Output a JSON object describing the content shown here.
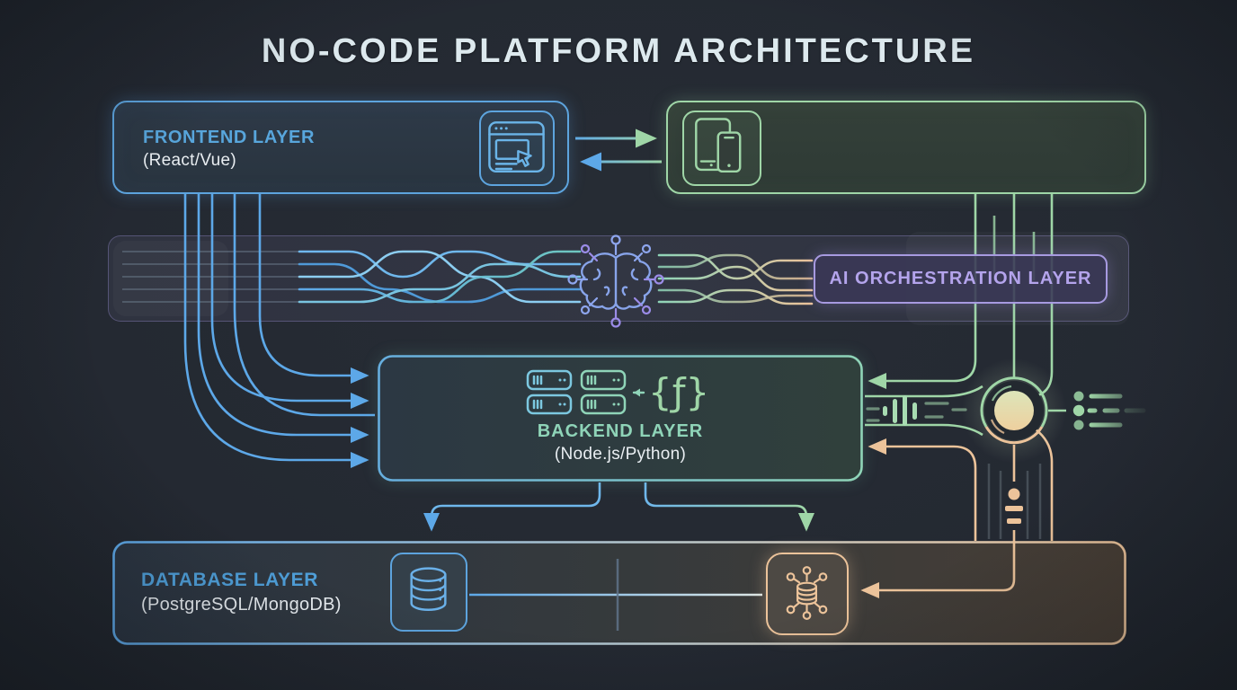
{
  "title": "NO-CODE PLATFORM ARCHITECTURE",
  "frontend": {
    "title": "FRONTEND LAYER",
    "subtitle": "(React/Vue)",
    "icon": "browser-window-cursor-icon"
  },
  "devices": {
    "icon": "tablet-phone-icon"
  },
  "ai": {
    "label": "AI ORCHESTRATION LAYER",
    "icon": "brain-network-icon"
  },
  "backend": {
    "title": "BACKEND LAYER",
    "subtitle": "(Node.js/Python)",
    "function_glyph": "{ƒ}",
    "icons": [
      "server-rack-icon",
      "server-rack-icon",
      "function-braces-icon"
    ]
  },
  "database": {
    "title": "DATABASE LAYER",
    "subtitle": "(PostgreSQL/MongoDB)",
    "icons": [
      "database-cylinder-icon",
      "distributed-database-icon"
    ]
  },
  "colors": {
    "background": "#242932",
    "blue": "#5da8e8",
    "green": "#9fd6a7",
    "teal": "#8fd4b8",
    "purple": "#b4a4ec",
    "orange": "#ecc39a",
    "title_text": "#dde9ee",
    "frontend_label": "#58a6dc",
    "database_label": "#4f9fd9"
  }
}
